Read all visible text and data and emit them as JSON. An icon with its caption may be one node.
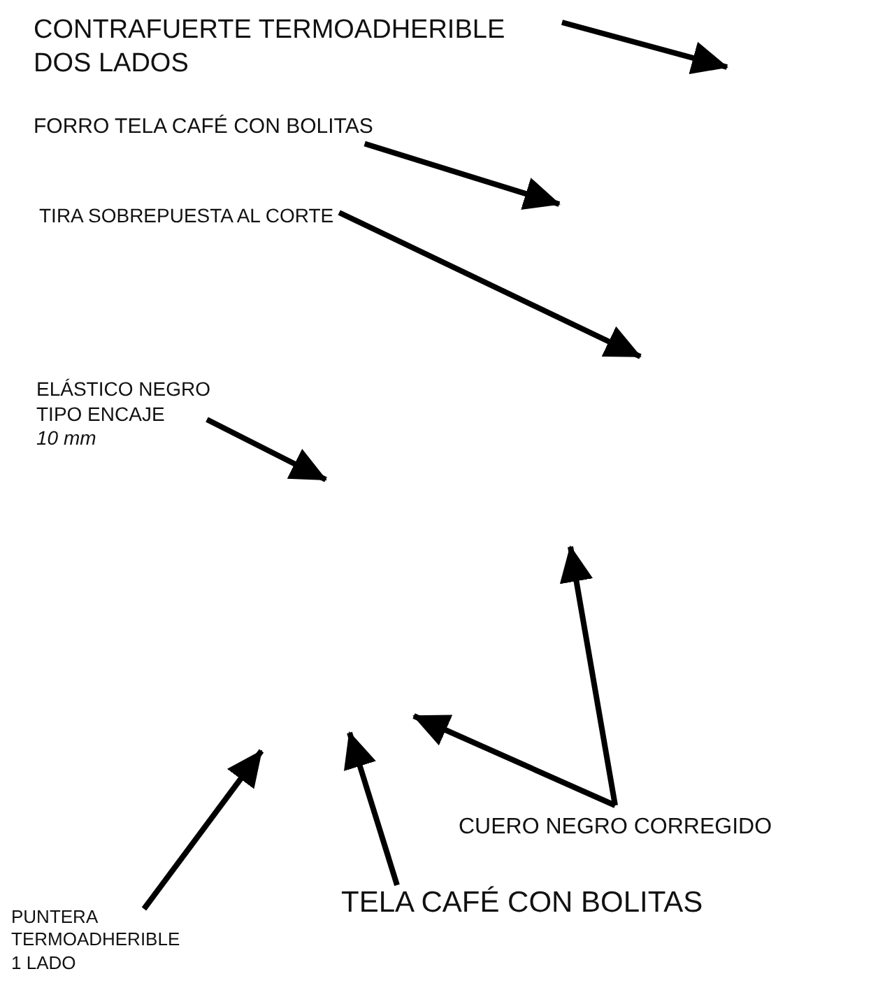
{
  "diagram": {
    "nodes": [
      {
        "text": [
          "CONTRAFUERTE TERMOADHERIBLE DOS LADOS"
        ]
      },
      {
        "text": [
          "FORRO TELA CAFÉ CON BOLITAS"
        ]
      },
      {
        "text": [
          "TIRA SOBREPUESTA AL CORTE"
        ]
      },
      {
        "text": [
          "ELÁSTICO NEGRO TIPO ENCAJE",
          "10 mm"
        ]
      },
      {
        "text": [
          "PUNTERA TERMOADHERIBLE 1 LADO"
        ]
      },
      {
        "text": [
          "TELA CAFÉ CON BOLITAS"
        ]
      },
      {
        "text": [
          "CUERO NEGRO CORREGIDO"
        ]
      }
    ],
    "edges": [
      {
        "from": 0,
        "to": null,
        "arrow": "to"
      },
      {
        "from": 1,
        "to": null,
        "arrow": "to"
      },
      {
        "from": 2,
        "to": null,
        "arrow": "to"
      },
      {
        "from": 3,
        "to": null,
        "arrow": "to"
      },
      {
        "from": 4,
        "to": null,
        "arrow": "to"
      },
      {
        "from": 5,
        "to": null,
        "arrow": "to"
      },
      {
        "from": 6,
        "to": null,
        "arrow": "to"
      },
      {
        "from": 6,
        "to": null,
        "arrow": "to"
      }
    ]
  }
}
